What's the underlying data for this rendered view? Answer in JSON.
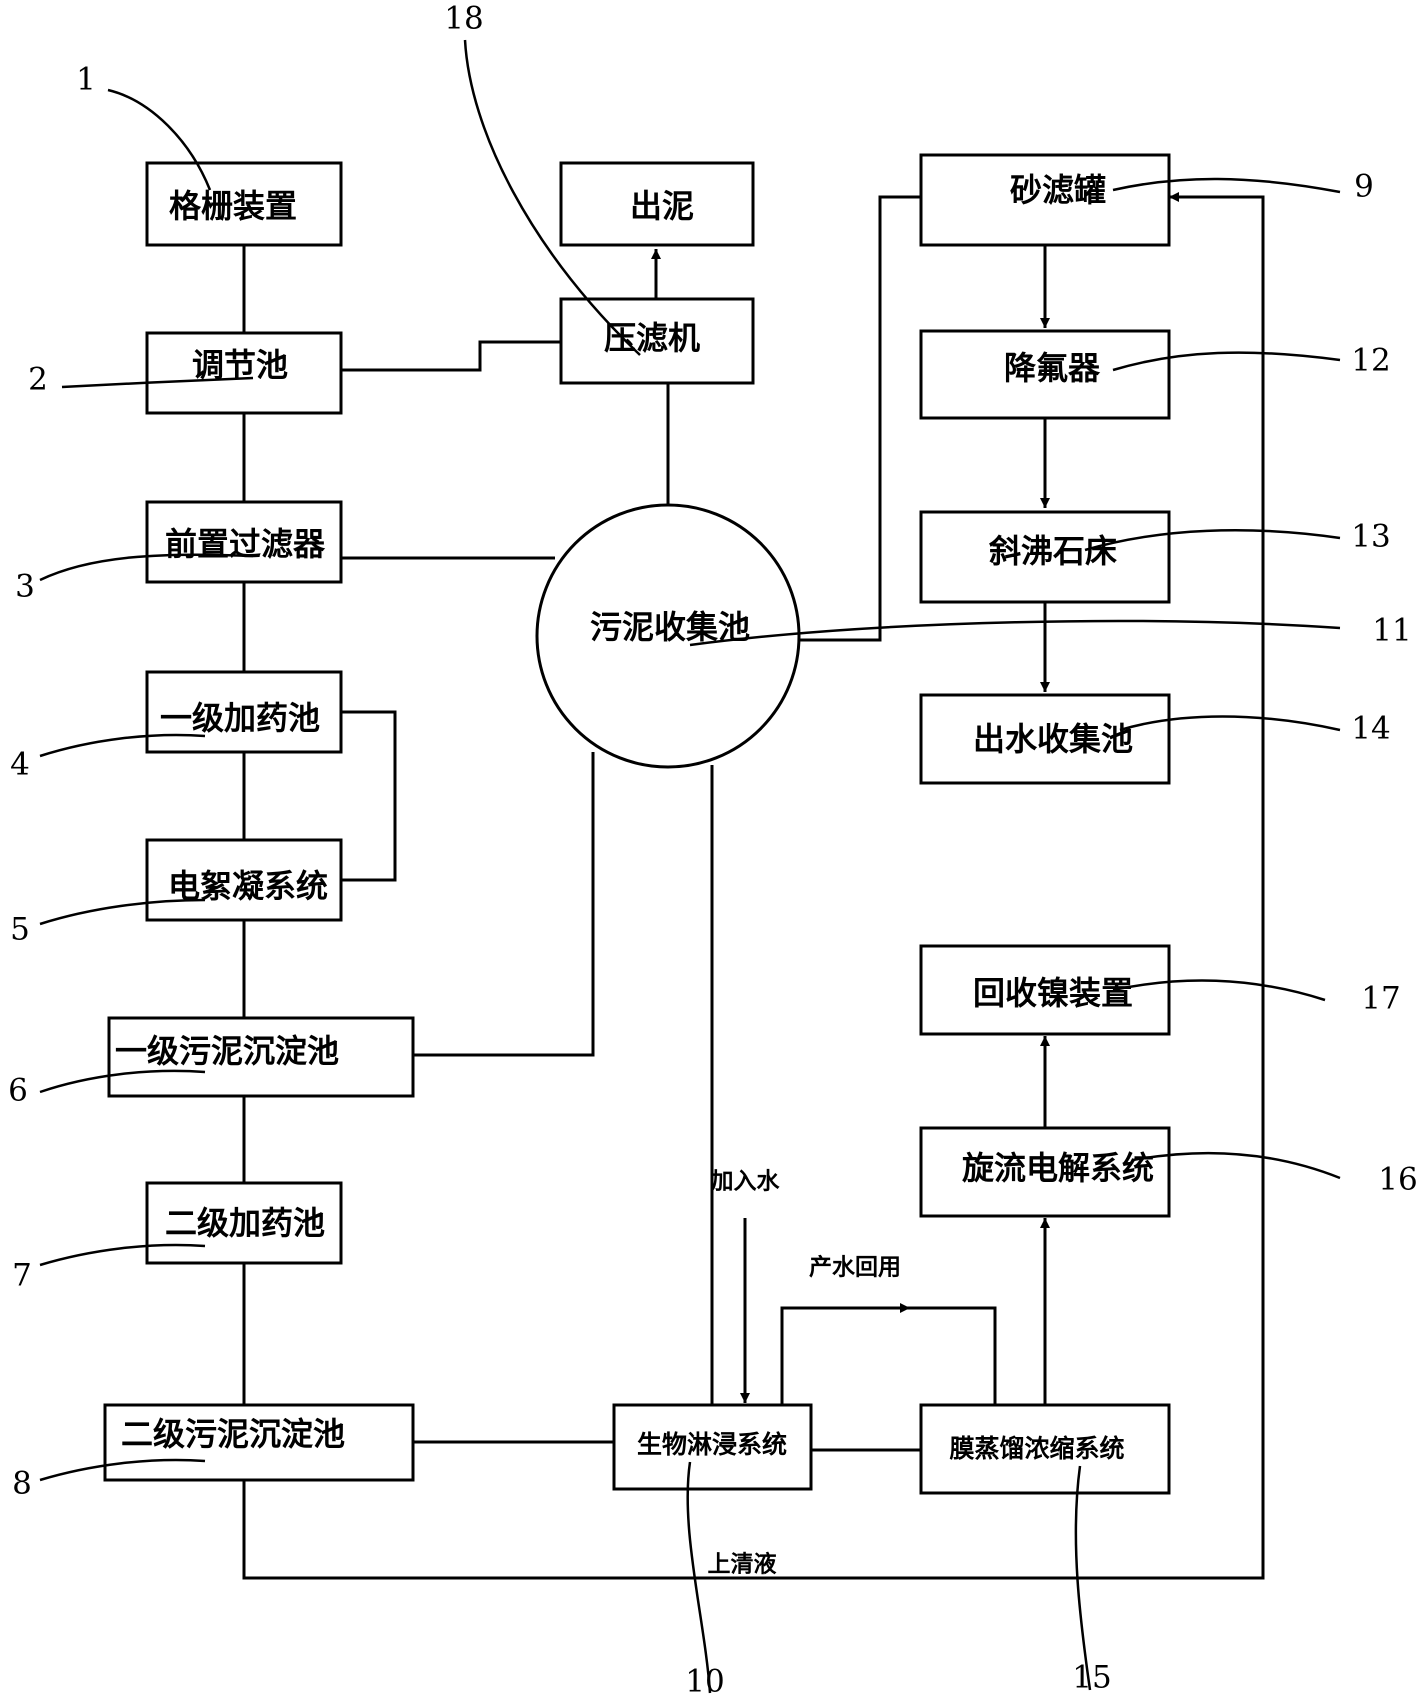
{
  "components": {
    "grille": "格栅装置",
    "regulating_tank": "调节池",
    "prefilter": "前置过滤器",
    "dosing_tank_1": "一级加药池",
    "electroflocculation": "电絮凝系统",
    "sedimentation_1": "一级污泥沉淀池",
    "dosing_tank_2": "二级加药池",
    "sedimentation_2": "二级污泥沉淀池",
    "sludge_out": "出泥",
    "filter_press": "压滤机",
    "sludge_collection": "污泥收集池",
    "sand_filter": "砂滤罐",
    "fluoride_reducer": "降氟器",
    "zeolite_bed": "斜沸石床",
    "effluent_collection": "出水收集池",
    "nickel_recovery": "回收镍装置",
    "cyclone_electrolysis": "旋流电解系统",
    "bioleaching": "生物淋浸系统",
    "membrane_distillation": "膜蒸馏浓缩系统"
  },
  "notes": {
    "add_water": "加入水",
    "water_reuse": "产水回用",
    "supernatant": "上清液"
  },
  "refs": {
    "r1": "1",
    "r2": "2",
    "r3": "3",
    "r4": "4",
    "r5": "5",
    "r6": "6",
    "r7": "7",
    "r8": "8",
    "r9": "9",
    "r10": "10",
    "r11": "11",
    "r12": "12",
    "r13": "13",
    "r14": "14",
    "r15": "15",
    "r16": "16",
    "r17": "17",
    "r18": "18"
  }
}
